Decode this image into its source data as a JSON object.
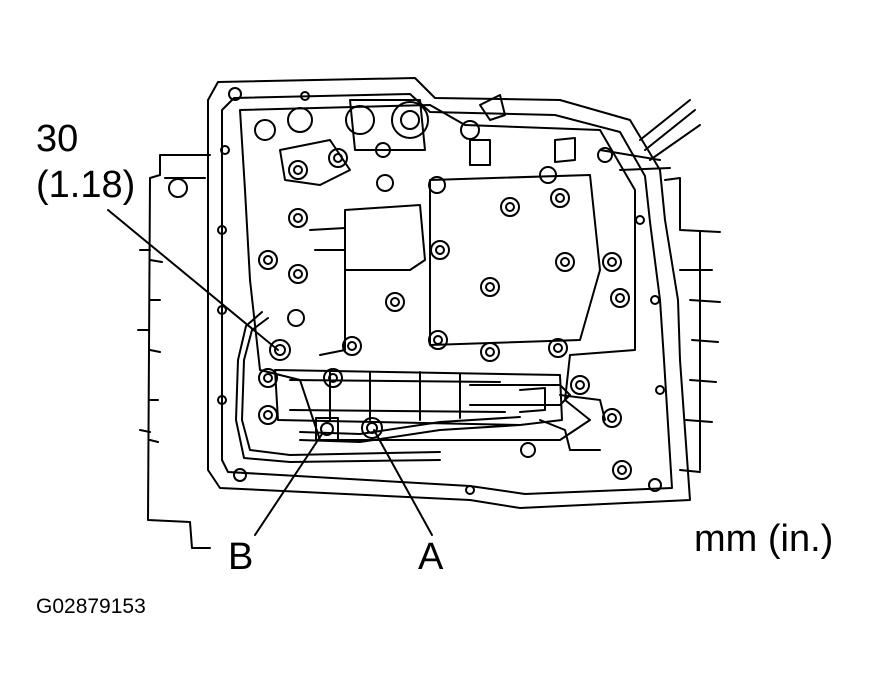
{
  "callouts": {
    "torque_value": "30",
    "torque_inch": "(1.18)",
    "label_b": "B",
    "label_a": "A"
  },
  "units": "mm (in.)",
  "figure_id": "G02879153",
  "colors": {
    "ink": "#000000",
    "paper": "#ffffff"
  },
  "icons": [
    "valve-body-illustration",
    "leader-line"
  ]
}
